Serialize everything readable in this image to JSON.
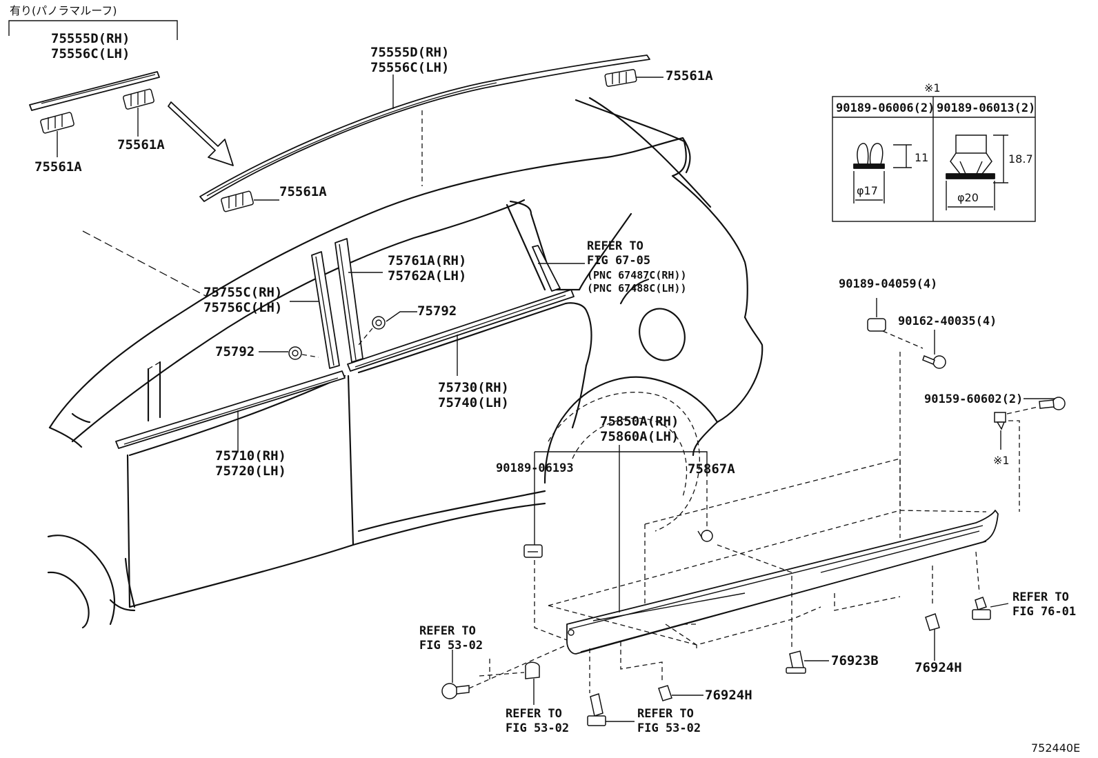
{
  "header_note": "有り(パノラマルーフ)",
  "figure_code": "752440E",
  "table": {
    "mark": "※1",
    "col1": {
      "part": "90189-06006(2)",
      "height": "11",
      "diameter": "φ17"
    },
    "col2": {
      "part": "90189-06013(2)",
      "height": "18.7",
      "diameter": "φ20"
    }
  },
  "labels": {
    "roof_top_rh": "75555D(RH)",
    "roof_top_lh": "75556C(LH)",
    "roof_main_rh": "75555D(RH)",
    "roof_main_lh": "75556C(LH)",
    "clip_a1": "75561A",
    "clip_a2": "75561A",
    "clip_a3": "75561A",
    "clip_a4": "75561A",
    "pillar_rear_rh": "75761A(RH)",
    "pillar_rear_lh": "75762A(LH)",
    "pillar_front_rh": "75755C(RH)",
    "pillar_front_lh": "75756C(LH)",
    "nut_1": "75792",
    "nut_2": "75792",
    "belt_rear_rh": "75730(RH)",
    "belt_rear_lh": "75740(LH)",
    "belt_front_rh": "75710(RH)",
    "belt_front_lh": "75720(LH)",
    "refer_6705_a": "REFER TO",
    "refer_6705_b": "FIG 67-05",
    "pnc_rh": "(PNC 67487C(RH))",
    "pnc_lh": "(PNC 67488C(LH))",
    "bolt_04059": "90189-04059(4)",
    "screw_40035": "90162-40035(4)",
    "bolt_60602": "90159-60602(2)",
    "mark_1": "※1",
    "rocker_rh": "75850A(RH)",
    "rocker_lh": "75860A(LH)",
    "clip_06193": "90189-06193",
    "clip_75867a": "75867A",
    "refer_7601_a": "REFER TO",
    "refer_7601_b": "FIG 76-01",
    "refer_5302a_a": "REFER TO",
    "refer_5302a_b": "FIG 53-02",
    "refer_5302b_a": "REFER TO",
    "refer_5302b_b": "FIG 53-02",
    "refer_5302c_a": "REFER TO",
    "refer_5302c_b": "FIG 53-02",
    "clip_76923b": "76923B",
    "clip_76924h_a": "76924H",
    "clip_76924h_b": "76924H"
  }
}
